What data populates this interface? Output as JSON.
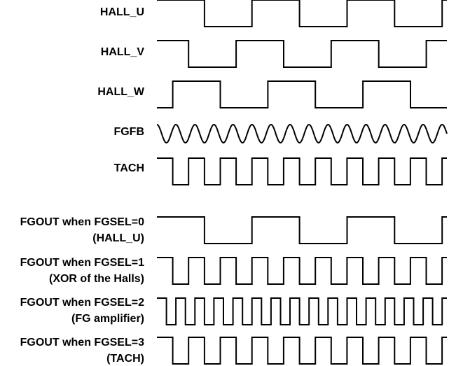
{
  "signals": [
    {
      "id": "hall-u",
      "label": [
        "HALL_U"
      ],
      "kind": "square",
      "period": 4,
      "phase": 0,
      "duty": 0.5
    },
    {
      "id": "hall-v",
      "label": [
        "HALL_V"
      ],
      "kind": "square",
      "period": 4,
      "phase": 4.667,
      "duty": 0.5
    },
    {
      "id": "hall-w",
      "label": [
        "HALL_W"
      ],
      "kind": "square",
      "period": 4,
      "phase": 3.333,
      "duty": 0.5
    },
    {
      "id": "fgfb",
      "label": [
        "FGFB"
      ],
      "kind": "sine",
      "period": 0.8,
      "phase": 0
    },
    {
      "id": "tach",
      "label": [
        "TACH"
      ],
      "kind": "square",
      "period": 1.333,
      "phase": 0,
      "duty": 0.5
    },
    {
      "id": "fgout-0",
      "label": [
        "FGOUT when FGSEL=0",
        "(HALL_U)"
      ],
      "kind": "square",
      "period": 4,
      "phase": 0,
      "duty": 0.5
    },
    {
      "id": "fgout-1",
      "label": [
        "FGOUT when FGSEL=1",
        "(XOR of the Halls)"
      ],
      "kind": "square",
      "period": 1.333,
      "phase": 0,
      "duty": 0.5
    },
    {
      "id": "fgout-2",
      "label": [
        "FGOUT when FGSEL=2",
        "(FG amplifier)"
      ],
      "kind": "square",
      "period": 0.8,
      "phase": 0,
      "duty": 0.5
    },
    {
      "id": "fgout-3",
      "label": [
        "FGOUT when FGSEL=3",
        "(TACH)"
      ],
      "kind": "square",
      "period": 1.333,
      "phase": 0,
      "duty": 0.5
    }
  ]
}
